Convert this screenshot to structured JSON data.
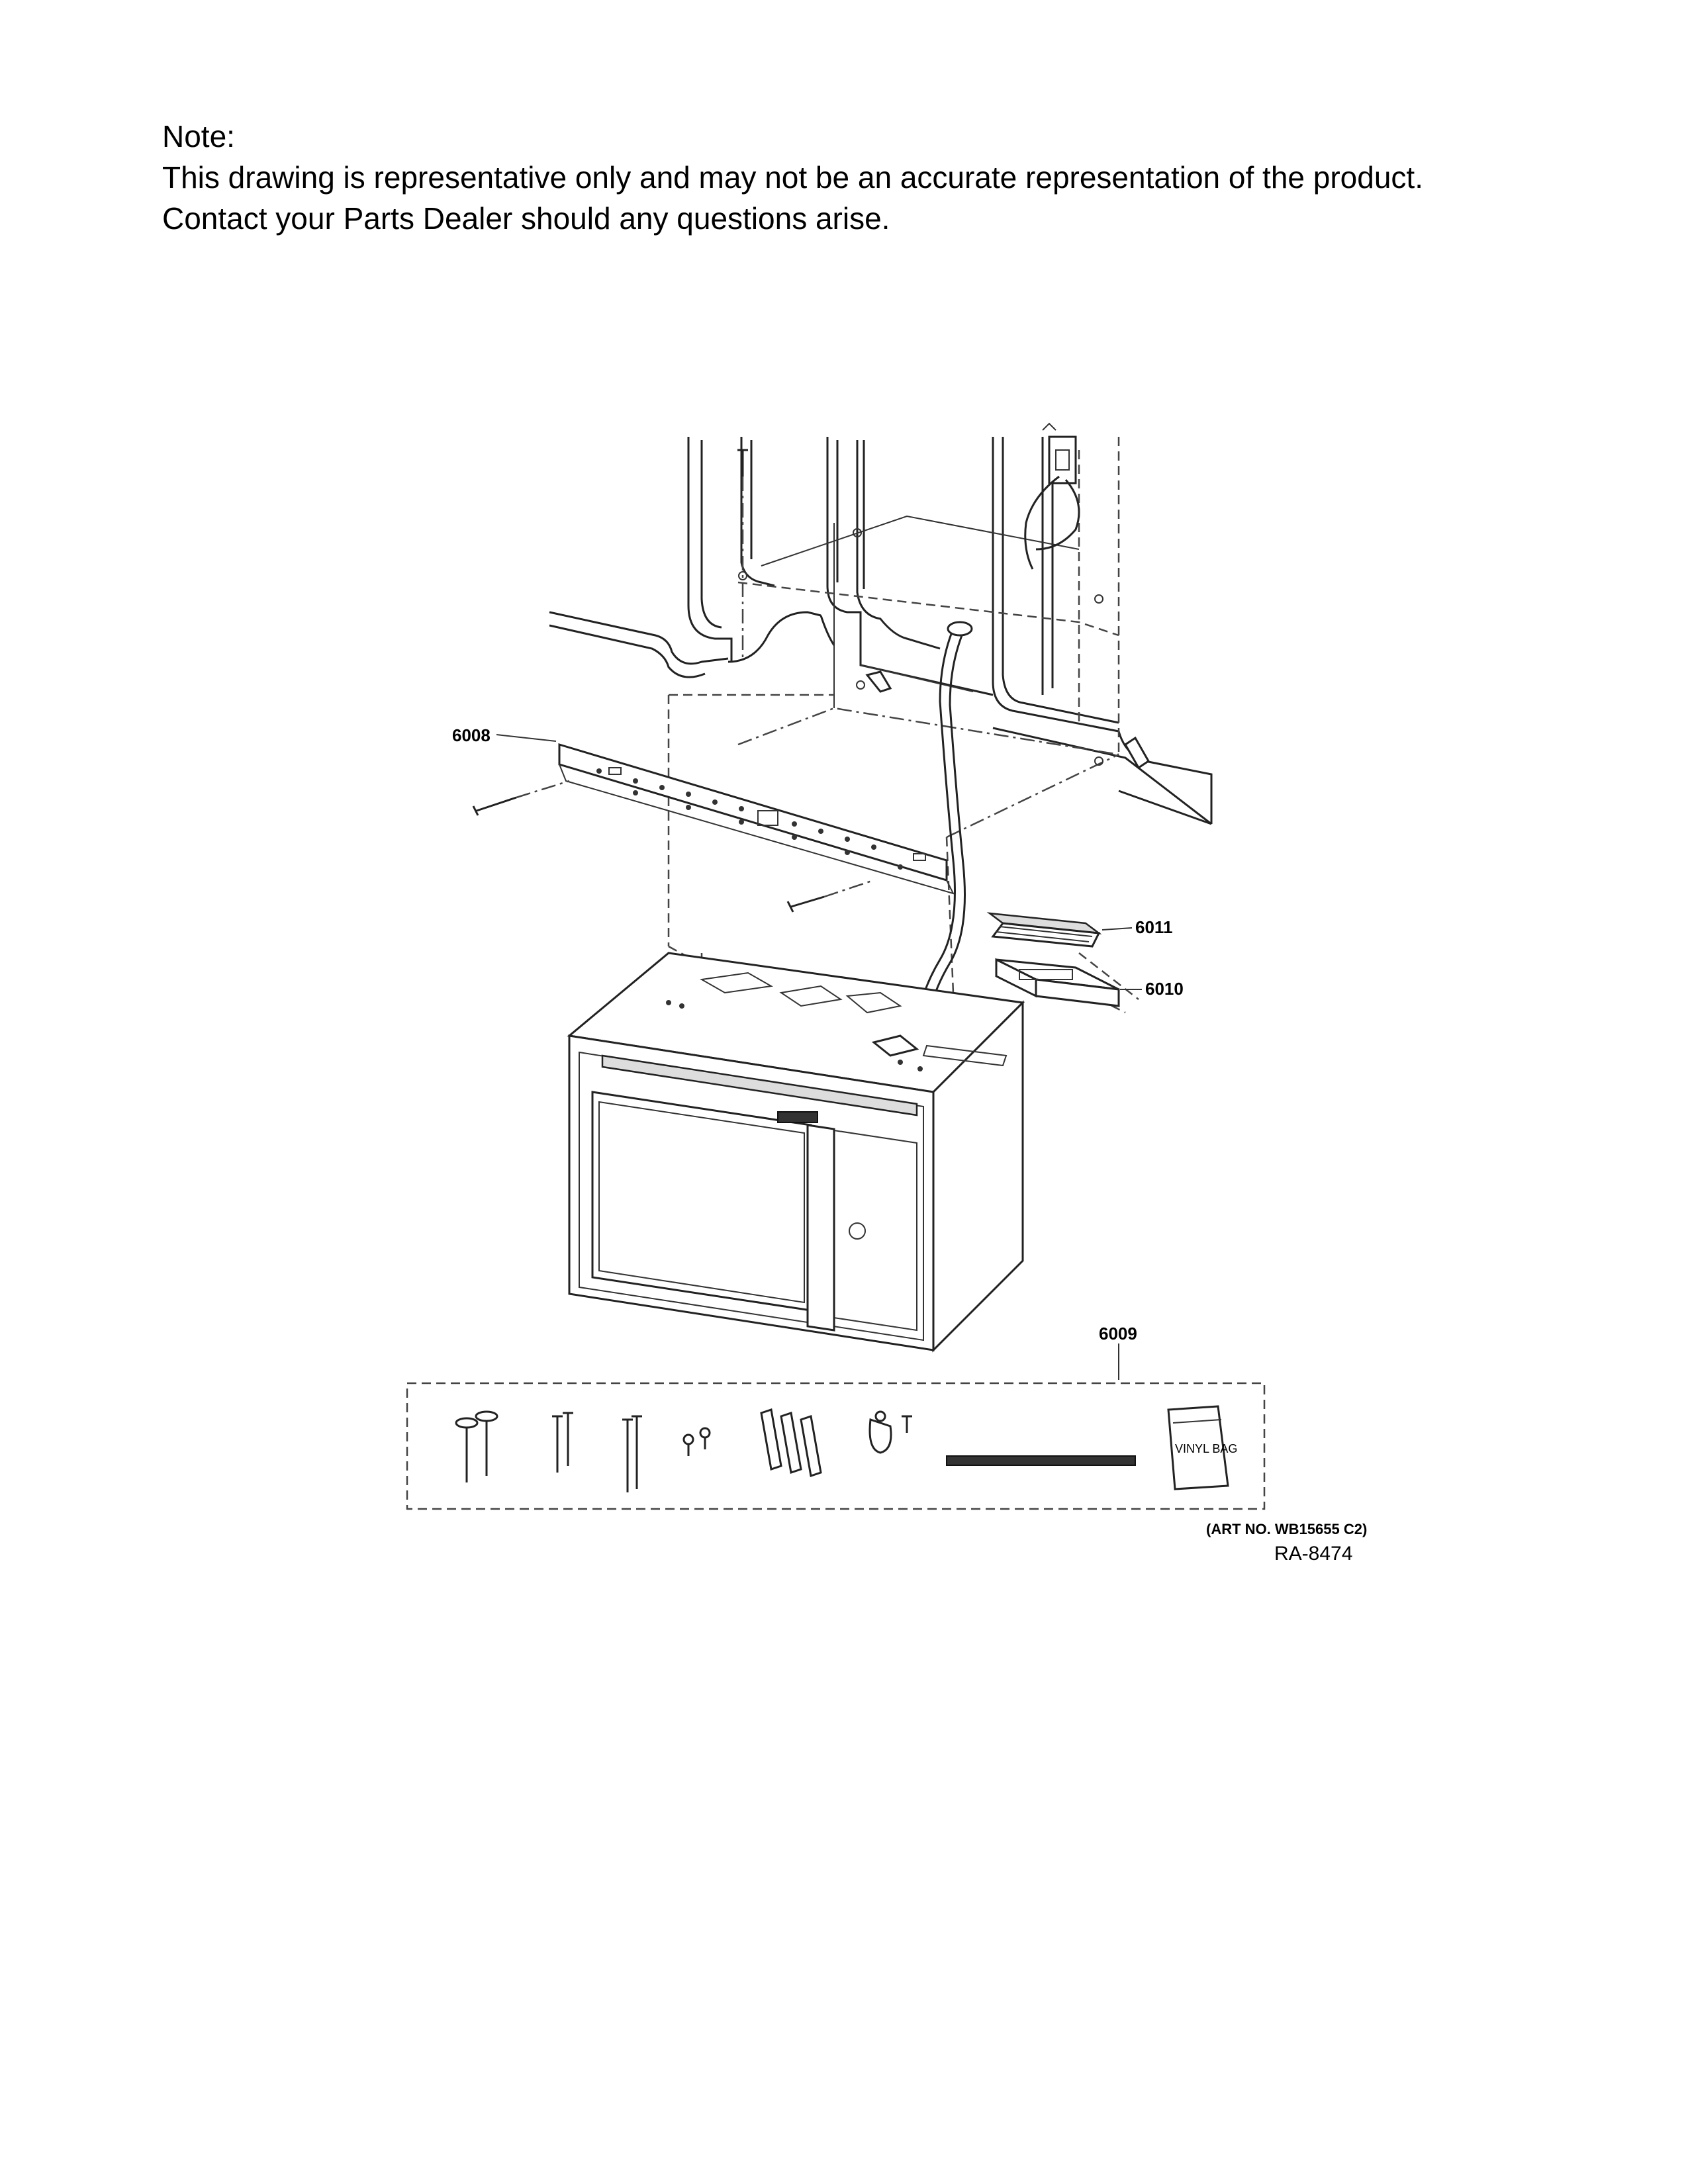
{
  "note": {
    "heading": "Note:",
    "line1": "This drawing is representative only and may not be an accurate representation of the product.",
    "line2": "Contact your Parts Dealer should any questions arise."
  },
  "callouts": {
    "mounting_plate": "6008",
    "hardware_kit": "6009",
    "duct_adapter_box": "6010",
    "damper": "6011"
  },
  "vinyl_bag_label": "VINYL BAG",
  "art_number": "(ART NO. WB15655 C2)",
  "reference": "RA-8474"
}
